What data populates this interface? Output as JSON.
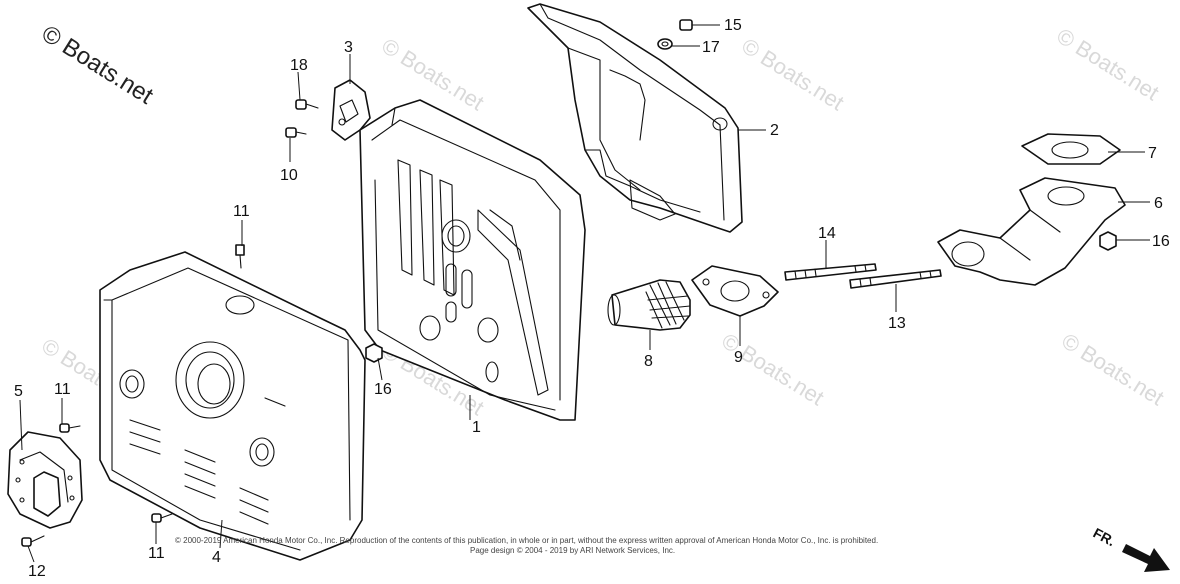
{
  "watermark": {
    "main": "© Boats.net",
    "faint": "© Boats.net"
  },
  "callouts": {
    "c1": "1",
    "c2": "2",
    "c3": "3",
    "c4": "4",
    "c5": "5",
    "c6": "6",
    "c7": "7",
    "c8": "8",
    "c9": "9",
    "c10": "10",
    "c11a": "11",
    "c11b": "11",
    "c11c": "11",
    "c12": "12",
    "c13": "13",
    "c14": "14",
    "c15": "15",
    "c16a": "16",
    "c16b": "16",
    "c17": "17",
    "c18": "18"
  },
  "copyright": {
    "line1": "© 2000-2019 American Honda Motor Co., Inc. Reproduction of the contents of this publication, in whole or in part, without the express written approval of American Honda Motor Co., Inc. is prohibited.",
    "line2": "Page design © 2004 - 2019 by ARI Network Services, Inc."
  },
  "direction_label": "FR.",
  "colors": {
    "line": "#111111",
    "watermark": "#d9d9d9",
    "background": "#ffffff"
  }
}
